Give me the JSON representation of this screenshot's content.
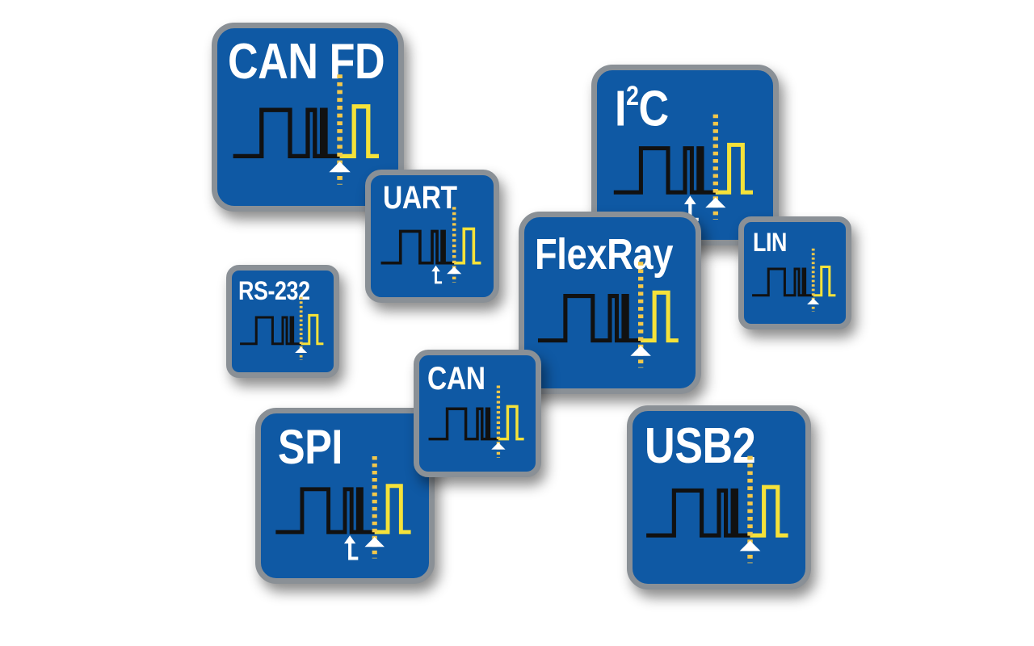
{
  "colors": {
    "tile": "#0f59a4",
    "border": "#8a9096",
    "signal": "#111111",
    "highlight": "#f5e23a",
    "dashes": "#f2c84b",
    "marker": "#ffffff"
  },
  "icons": [
    {
      "id": "canfd",
      "label": "CAN FD",
      "super": "",
      "rest": "",
      "markers": [
        "trigger-arrow"
      ]
    },
    {
      "id": "i2c",
      "label": "I",
      "super": "2",
      "rest": "C",
      "markers": [
        "trigger-arrow",
        "bit-time-marker"
      ]
    },
    {
      "id": "uart",
      "label": "UART",
      "super": "",
      "rest": "",
      "markers": [
        "trigger-arrow",
        "bit-time-marker"
      ]
    },
    {
      "id": "rs232",
      "label": "RS-232",
      "super": "",
      "rest": "",
      "markers": [
        "trigger-arrow"
      ]
    },
    {
      "id": "flexray",
      "label": "FlexRay",
      "super": "",
      "rest": "",
      "markers": [
        "trigger-arrow"
      ]
    },
    {
      "id": "lin",
      "label": "LIN",
      "super": "",
      "rest": "",
      "markers": [
        "trigger-arrow"
      ]
    },
    {
      "id": "spi",
      "label": "SPI",
      "super": "",
      "rest": "",
      "markers": [
        "trigger-arrow",
        "bit-time-marker"
      ]
    },
    {
      "id": "can",
      "label": "CAN",
      "super": "",
      "rest": "",
      "markers": [
        "trigger-arrow"
      ]
    },
    {
      "id": "usb2",
      "label": "USB2",
      "super": "",
      "rest": "",
      "markers": [
        "trigger-arrow"
      ]
    }
  ]
}
